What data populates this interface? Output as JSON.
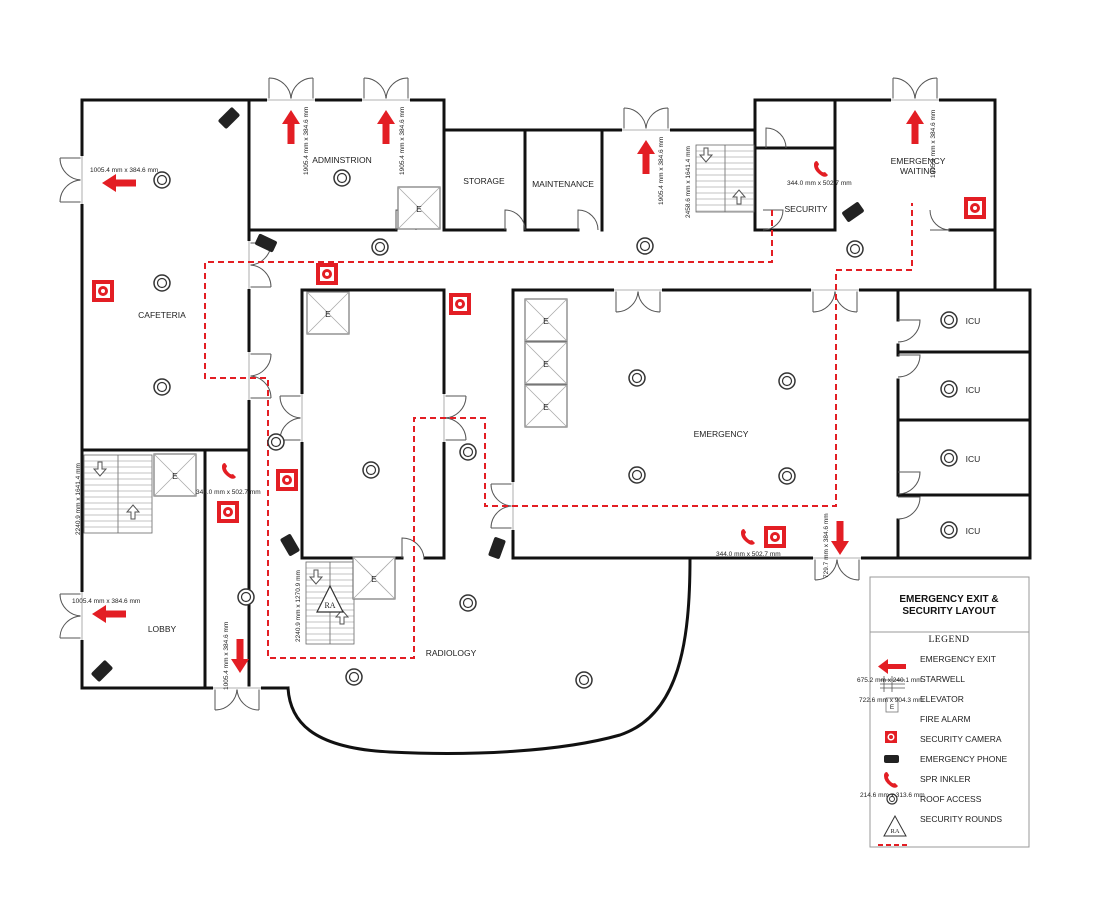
{
  "colors": {
    "wall": "#111111",
    "exit": "#e31e24",
    "route": "#e31e24",
    "alarm": "#e31e24"
  },
  "rooms": {
    "administration": "ADMINSTRION",
    "storage": "STORAGE",
    "maintenance": "MAINTENANCE",
    "security": "SECURITY",
    "emergency_waiting": "EMERGENCY\nWAITING",
    "cafeteria": "CAFETERIA",
    "emergency": "EMERGENCY",
    "icu": "ICU",
    "lobby": "LOBBY",
    "radiology": "RADIOLOGY"
  },
  "symbols": {
    "elevator": "E",
    "security_rounds": "RA"
  },
  "dimensions": {
    "door_exit": "1905.4 mm x 384.6 mm",
    "door_exit_cafeteria": "1005.4 mm x 384.6 mm",
    "door_exit_lobby": "1005.4 mm x 384.6 mm",
    "door_exit_lobby_bottom": "1005.4 mm x 384.6 mm",
    "door_exit_waiting": "1905.4 mm x 384.6 mm",
    "door_exit_emergency": "729.7 mm x 384.6 mm",
    "stair_top": "2458.6 mm x 1641.4 mm",
    "stair_lobby": "2240.9 mm x 1641.4 mm",
    "stair_radiology": "2240.9 mm x 1270.9 mm",
    "phone_security": "344.0 mm x 502.7 mm",
    "phone_lobby": "344.0 mm x 502.7 mm",
    "phone_emergency": "344.0 mm x 502.7 mm",
    "legend_exit": "675.2 mm x 240.1 mm",
    "legend_stair": "722.6 mm x 904.3 mm",
    "legend_sprinkler": "214.6 mm x 313.6 mm"
  },
  "legend": {
    "title": "EMERGENCY EXIT &\nSECURITY LAYOUT",
    "heading": "LEGEND",
    "items": [
      {
        "symbol": "emergency-exit-arrow",
        "label": "EMERGENCY EXIT"
      },
      {
        "symbol": "stairwell",
        "label": "STARWELL"
      },
      {
        "symbol": "elevator",
        "label": "ELEVATOR"
      },
      {
        "symbol": "fire-alarm",
        "label": "FIRE ALARM"
      },
      {
        "symbol": "security-camera",
        "label": "SECURITY CAMERA"
      },
      {
        "symbol": "emergency-phone",
        "label": "EMERGENCY PHONE"
      },
      {
        "symbol": "sprinkler",
        "label": "SPR INKLER"
      },
      {
        "symbol": "roof-access",
        "label": "ROOF ACCESS"
      },
      {
        "symbol": "security-rounds",
        "label": "SECURITY ROUNDS"
      },
      {
        "symbol": "security-route-line",
        "label": ""
      }
    ]
  }
}
